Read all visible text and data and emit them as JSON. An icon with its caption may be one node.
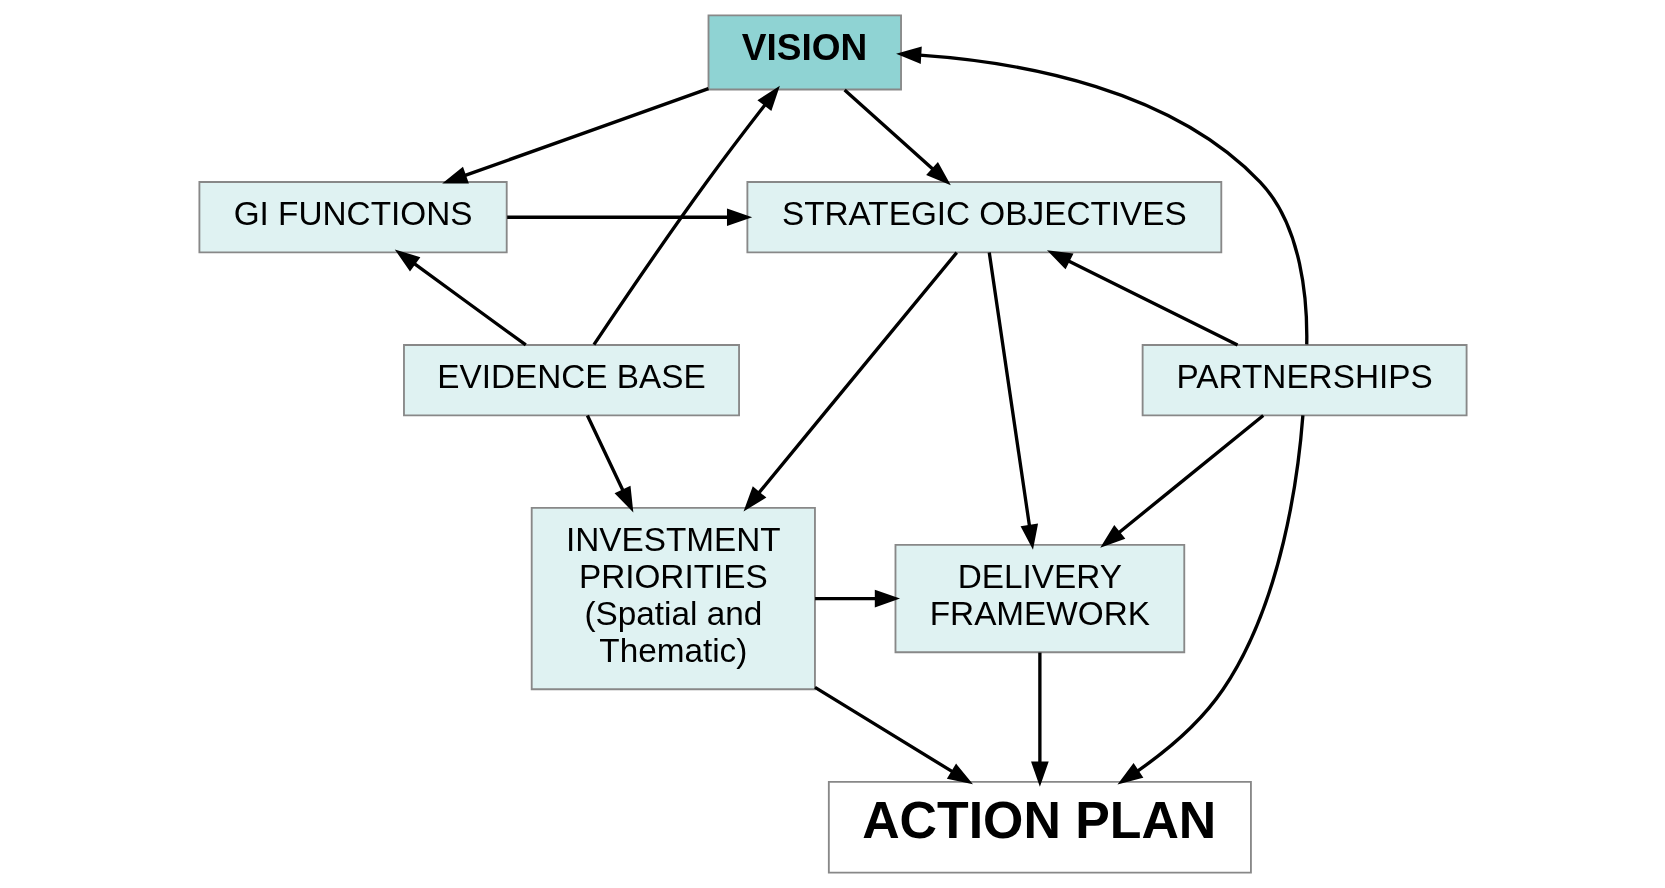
{
  "diagram": {
    "nodes": [
      {
        "text": [
          "VISION"
        ]
      },
      {
        "text": [
          "GI FUNCTIONS"
        ]
      },
      {
        "text": [
          "STRATEGIC OBJECTIVES"
        ]
      },
      {
        "text": [
          "EVIDENCE BASE"
        ]
      },
      {
        "text": [
          "PARTNERSHIPS"
        ]
      },
      {
        "text": [
          "INVESTMENT PRIORITIES (Spatial and Thematic)"
        ]
      },
      {
        "text": [
          "DELIVERY FRAMEWORK"
        ]
      },
      {
        "text": [
          "ACTION PLAN"
        ]
      }
    ],
    "edges": [
      {
        "from": 0,
        "to": 1,
        "arrow": "to"
      },
      {
        "from": 0,
        "to": 2,
        "arrow": "to"
      },
      {
        "from": 1,
        "to": 2,
        "arrow": "to"
      },
      {
        "from": 3,
        "to": 0,
        "arrow": "to"
      },
      {
        "from": 3,
        "to": 1,
        "arrow": "to"
      },
      {
        "from": 4,
        "to": 0,
        "arrow": "to"
      },
      {
        "from": 4,
        "to": 2,
        "arrow": "to"
      },
      {
        "from": 2,
        "to": 5,
        "arrow": "to"
      },
      {
        "from": 2,
        "to": 6,
        "arrow": "to"
      },
      {
        "from": 3,
        "to": 5,
        "arrow": "to"
      },
      {
        "from": 5,
        "to": 6,
        "arrow": "to"
      },
      {
        "from": 4,
        "to": 6,
        "arrow": "to"
      },
      {
        "from": 5,
        "to": 7,
        "arrow": "to"
      },
      {
        "from": 6,
        "to": 7,
        "arrow": "to"
      },
      {
        "from": 4,
        "to": 7,
        "arrow": "to"
      }
    ]
  }
}
